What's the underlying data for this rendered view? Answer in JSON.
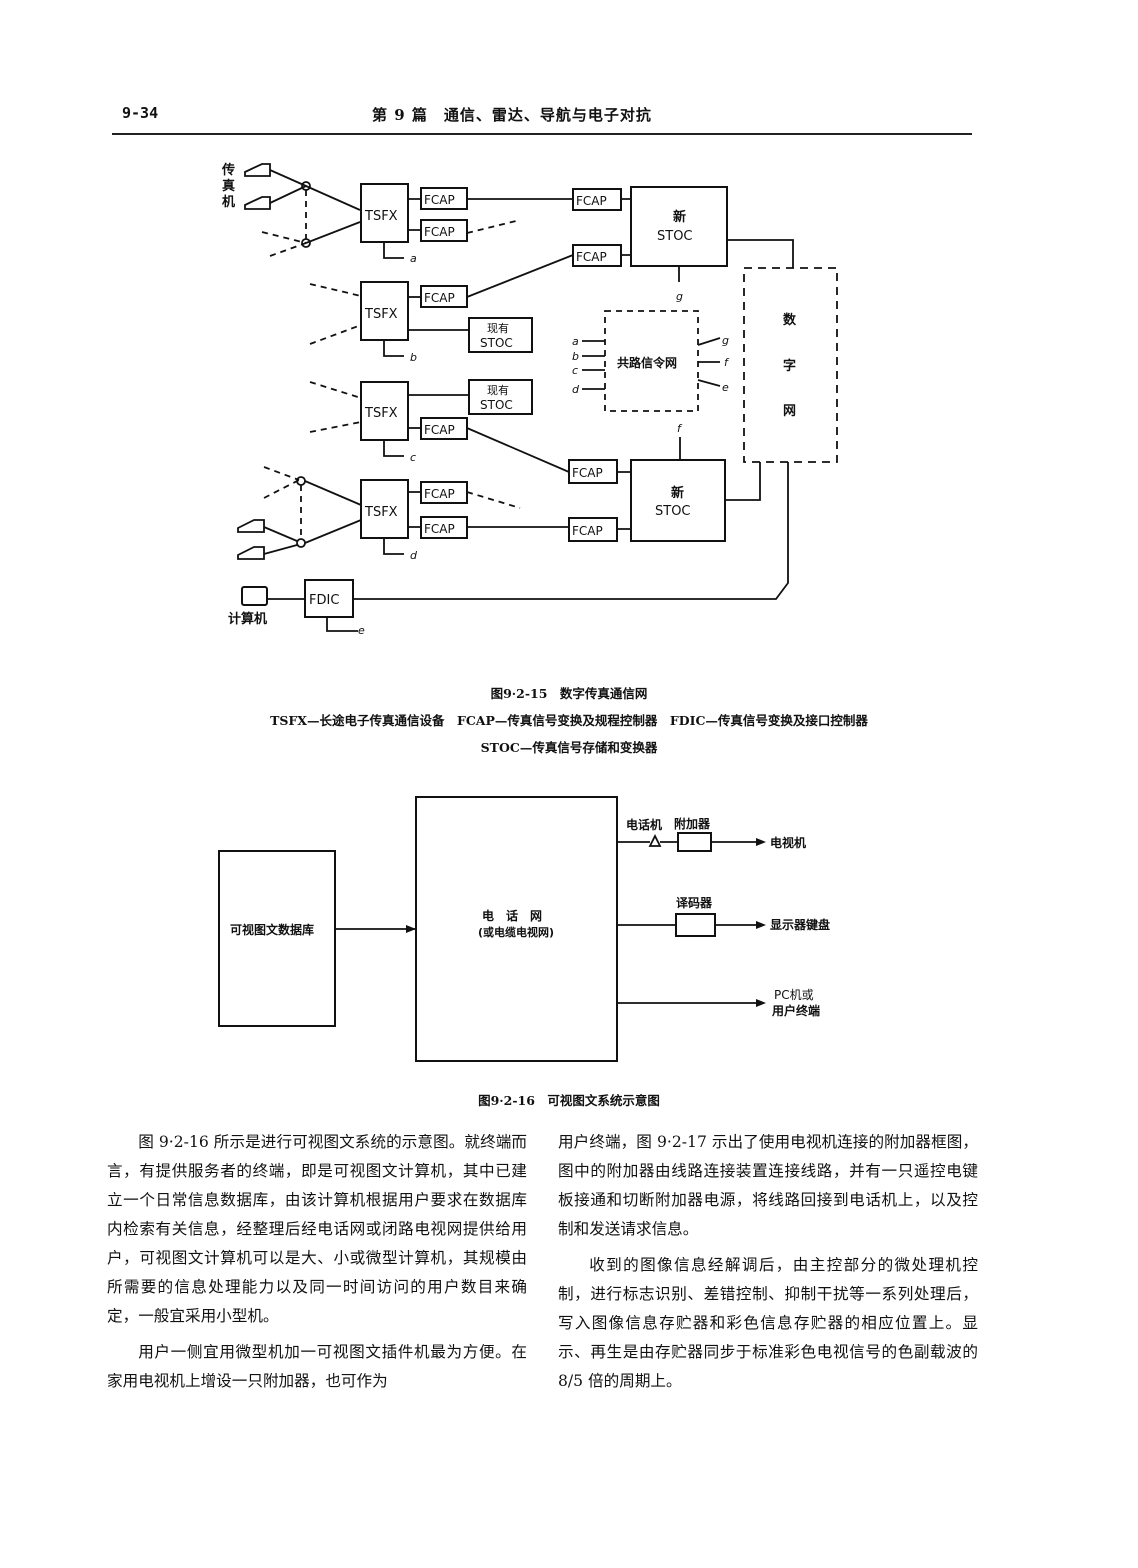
{
  "header": {
    "page_number": "9-34",
    "title": "第 9 篇　通信、雷达、导航与电子对抗"
  },
  "figure1": {
    "labels": {
      "fax_machine": [
        "传",
        "真",
        "机"
      ],
      "tsfx": "TSFX",
      "fcap": "FCAP",
      "existing_stoc": [
        "现有",
        "STOC"
      ],
      "new": "新",
      "stoc": "STOC",
      "signaling_network": "共路信令网",
      "digital_network": [
        "数",
        "字",
        "网"
      ],
      "fdic": "FDIC",
      "computer": "计算机",
      "port_letters": [
        "a",
        "b",
        "c",
        "d",
        "e",
        "f",
        "g"
      ]
    },
    "caption": "图9·2-15　数字传真通信网",
    "legend_line1": "TSFX—长途电子传真通信设备　FCAP—传真信号变换及规程控制器　FDIC—传真信号变换及接口控制器",
    "legend_line2": "STOC—传真信号存储和变换器"
  },
  "figure2": {
    "database": "可视图文数据库",
    "network_line1": "电　话　网",
    "network_line2": "(或电缆电视网)",
    "phone_label": "电话机",
    "adapter_label": "附加器",
    "tv_label": "电视机",
    "decoder_label": "译码器",
    "display_label": "显示器键盘",
    "pc_line1": "PC机或",
    "pc_line2": "用户终端",
    "caption": "图9·2-16　可视图文系统示意图"
  },
  "body": {
    "left": [
      "图 9·2-16 所示是进行可视图文系统的示意图。就终端而言，有提供服务者的终端，即是可视图文计算机，其中已建立一个日常信息数据库，由该计算机根据用户要求在数据库内检索有关信息，经整理后经电话网或闭路电视网提供给用户，可视图文计算机可以是大、小或微型计算机，其规模由所需要的信息处理能力以及同一时间访问的用户数目来确定，一般宜采用小型机。",
      "用户一侧宜用微型机加一可视图文插件机最为方便。在家用电视机上增设一只附加器，也可作为"
    ],
    "right": [
      "用户终端，图 9·2-17 示出了使用电视机连接的附加器框图，图中的附加器由线路连接装置连接线路，并有一只遥控电键板接通和切断附加器电源，将线路回接到电话机上，以及控制和发送请求信息。",
      "收到的图像信息经解调后，由主控部分的微处理机控制，进行标志识别、差错控制、抑制干扰等一系列处理后，写入图像信息存贮器和彩色信息存贮器的相应位置上。显示、再生是由存贮器同步于标准彩色电视信号的色副载波的 8/5 倍的周期上。"
    ]
  }
}
